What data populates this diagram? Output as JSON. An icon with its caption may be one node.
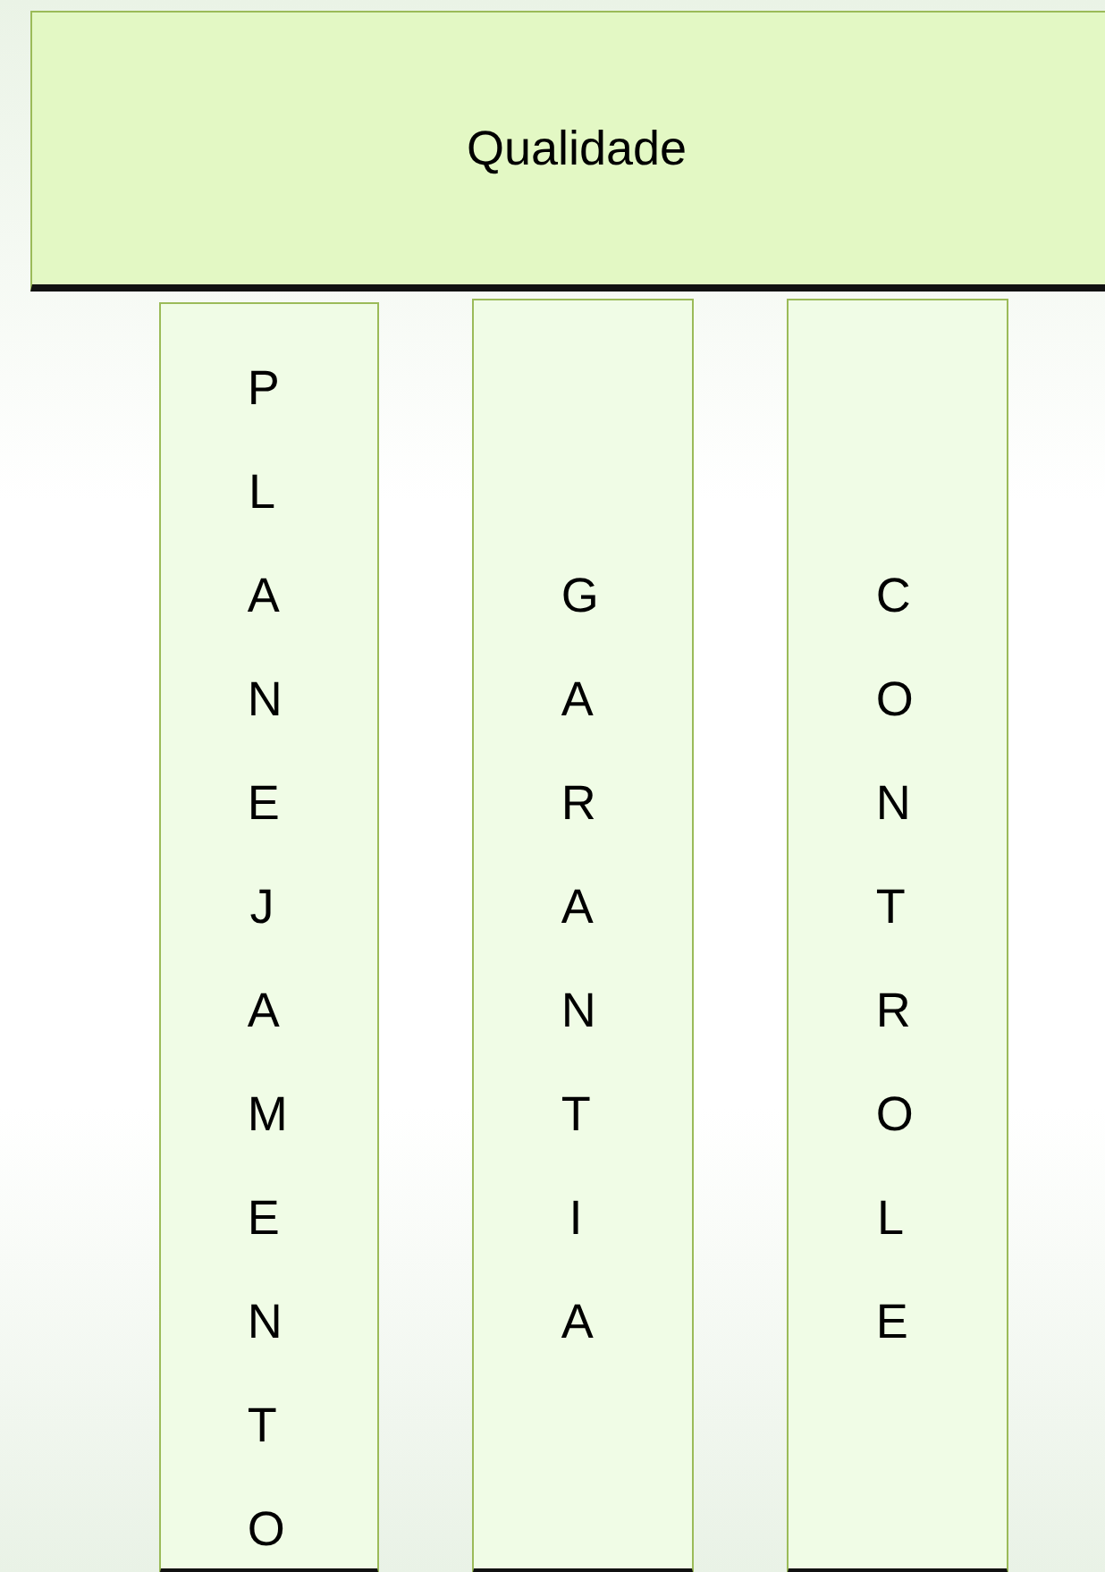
{
  "diagram": {
    "nodes": [
      {
        "text": [
          "Qualidade"
        ]
      },
      {
        "text": [
          "PLANEJAMENTO"
        ]
      },
      {
        "text": [
          "GARANTIA"
        ]
      },
      {
        "text": [
          "CONTROLE"
        ]
      }
    ]
  }
}
